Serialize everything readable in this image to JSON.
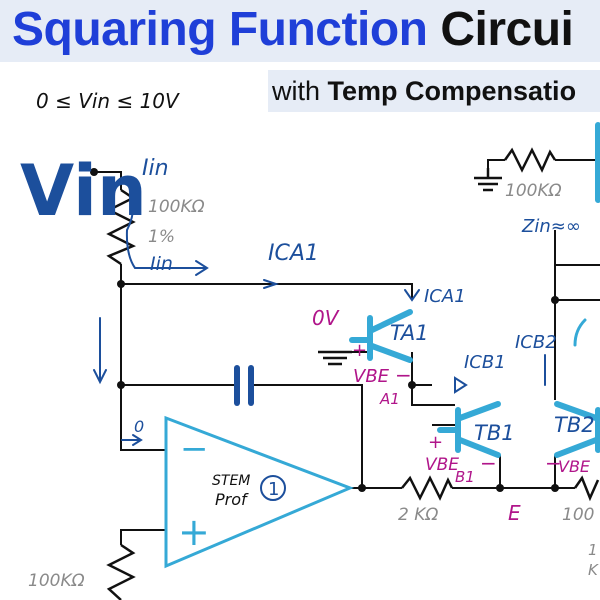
{
  "title": {
    "part1": "Squaring Function",
    "part2": "Circui"
  },
  "subtitle": {
    "part1": "with",
    "part2": "Temp Compensatio"
  },
  "labels": {
    "vin_range": "0 ≤ Vin ≤ 10V",
    "vin_big": "Vin",
    "iin_top": "Iin",
    "iin_mid": "Iin",
    "r_in": "100KΩ",
    "r_in_tol": "1%",
    "ica1_wire": "ICA1",
    "ica1_tr": "ICA1",
    "zero_v": "0V",
    "ta1": "TA1",
    "vbe_a1_plus": "+",
    "vbe_a1": "VBE",
    "vbe_a1_sub": "A1",
    "vbe_a1_minus": "−",
    "icb1": "ICB1",
    "tb1": "TB1",
    "vbe_b1_plus": "+",
    "vbe_b1": "VBE",
    "vbe_b1_sub": "B1",
    "vbe_b1_minus": "−",
    "icb2": "ICB2",
    "tb2": "TB2",
    "vbe_b2_minus": "−",
    "vbe_b2": "VBE",
    "r_top": "100KΩ",
    "zin": "Zin≈∞",
    "stem": "STEM",
    "prof": "Prof",
    "opamp_num": "1",
    "opamp_minus": "−",
    "opamp_plus": "+",
    "zero_small": "0",
    "r_2k": "2 KΩ",
    "node_e": "E",
    "r_right": "100",
    "r_bottom": "100KΩ",
    "right_edge_1": "1",
    "right_edge_2": "K"
  },
  "colors": {
    "wire": "#111111",
    "component": "#35a9d6",
    "hand_blue": "#1c4f9c",
    "gray": "#8a8a8a",
    "magenta": "#b0158a",
    "title_blue": "#1f3fd8"
  }
}
